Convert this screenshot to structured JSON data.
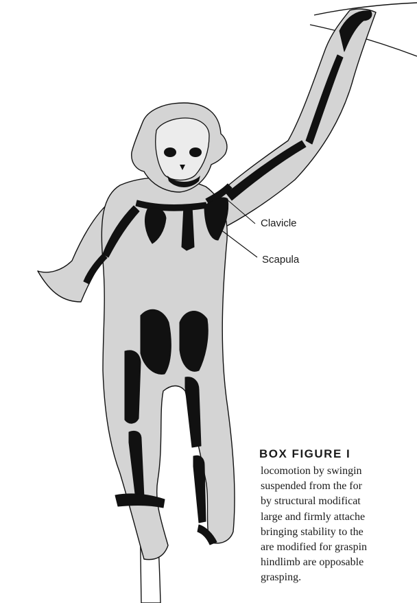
{
  "labels": {
    "clavicle": "Clavicle",
    "scapula": "Scapula"
  },
  "caption": {
    "heading": "BOX FIGURE I",
    "lines": [
      "locomotion by swingin",
      "suspended from the for",
      "by structural modificat",
      "large and firmly attache",
      "bringing stability to the",
      "are modified for graspin",
      "hindlimb are opposable",
      "grasping."
    ]
  },
  "colors": {
    "body_fill": "#d4d4d4",
    "bone_fill": "#111111",
    "outline": "#111111",
    "background": "#ffffff"
  }
}
